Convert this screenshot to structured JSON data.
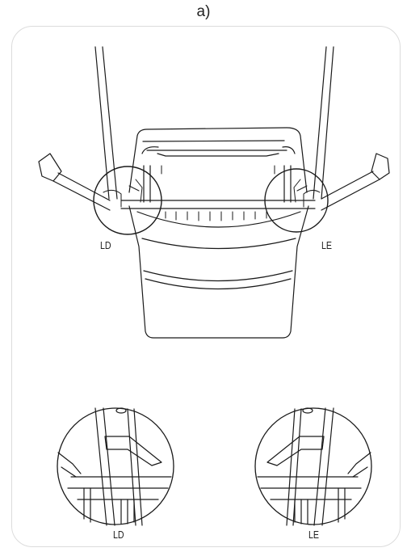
{
  "step": {
    "label": "a)"
  },
  "callouts": {
    "top_left": "LD",
    "top_right": "LE",
    "detail_left": "LD",
    "detail_right": "LE"
  }
}
